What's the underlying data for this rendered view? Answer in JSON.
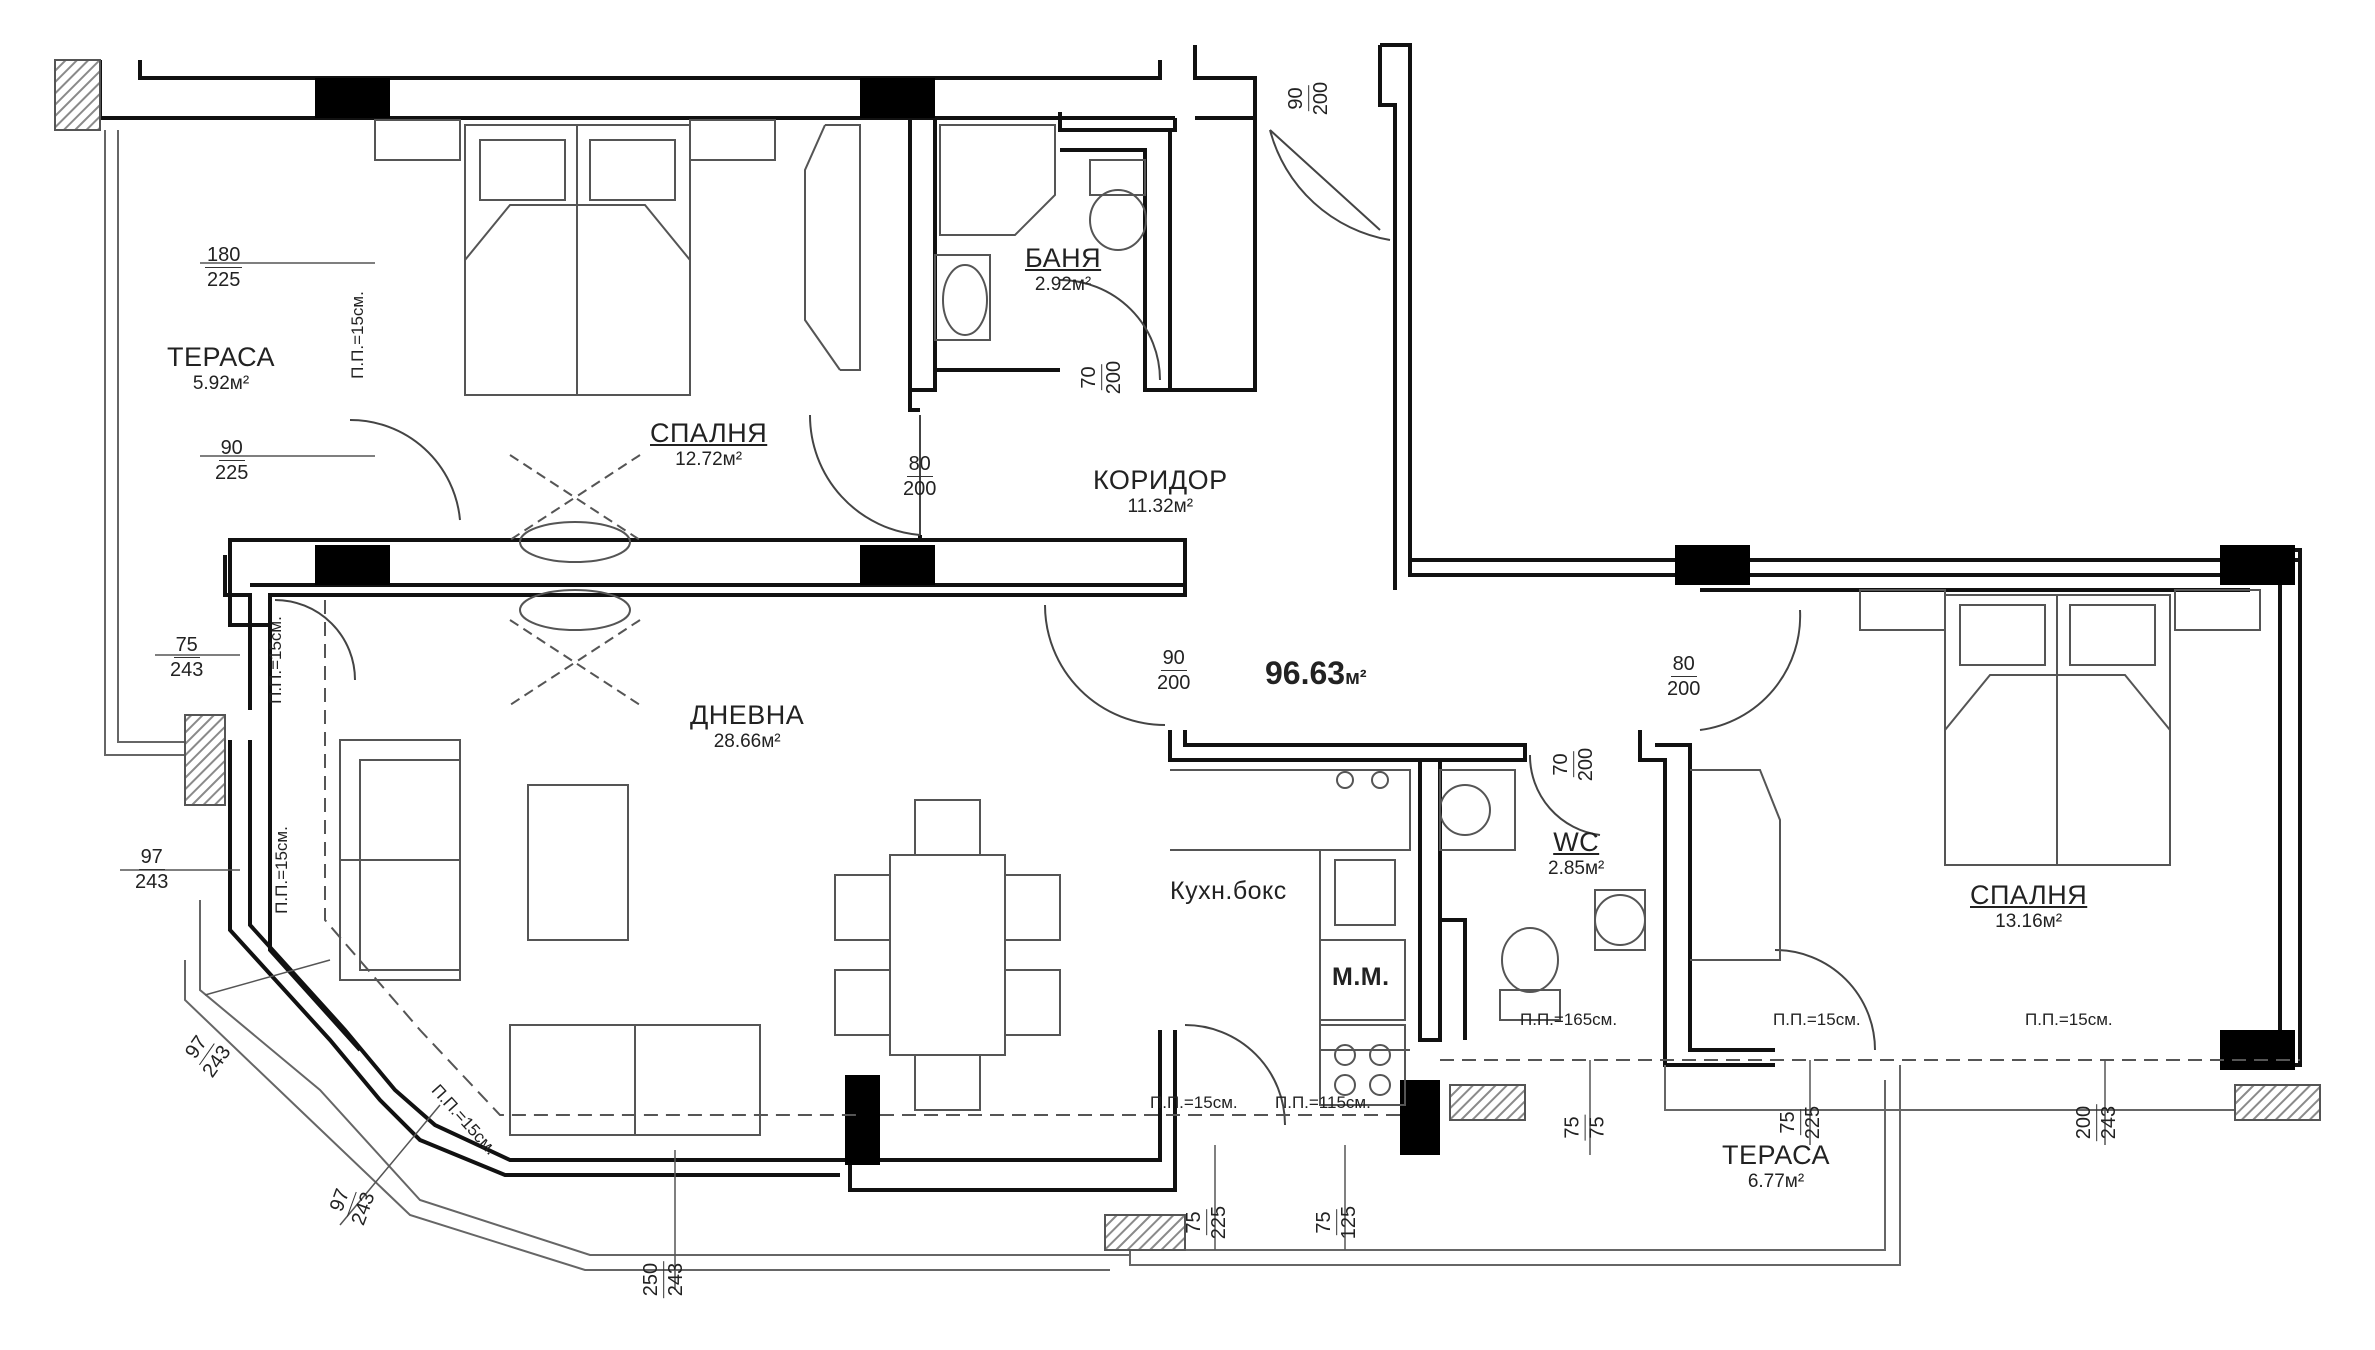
{
  "plan": {
    "total_area": "96.63",
    "total_area_unit": "м²",
    "colors": {
      "wall": "#000000",
      "wall_hatch": "#9a9a9a",
      "line": "#555555",
      "background": "#ffffff"
    }
  },
  "rooms": {
    "bedroom1": {
      "name": "СПАЛНЯ",
      "area": "12.72м²"
    },
    "bathroom": {
      "name": "БАНЯ",
      "area": "2.92м²"
    },
    "corridor": {
      "name": "КОРИДОР",
      "area": "11.32м²"
    },
    "terrace1": {
      "name": "ТЕРАСА",
      "area": "5.92м²"
    },
    "living": {
      "name": "ДНЕВНА",
      "area": "28.66м²"
    },
    "kitchen": {
      "name": "Кухн.бокс"
    },
    "wc": {
      "name": "WC",
      "area": "2.85м²"
    },
    "bedroom2": {
      "name": "СПАЛНЯ",
      "area": "13.16м²"
    },
    "terrace2": {
      "name": "ТЕРАСА",
      "area": "6.77м²"
    },
    "washing": {
      "name": "М.М."
    }
  },
  "dimensions": {
    "entrance_door": [
      "90",
      "200"
    ],
    "terrace1_window_a": [
      "180",
      "225"
    ],
    "terrace1_door": [
      "90",
      "225"
    ],
    "bedroom1_door": [
      "80",
      "200"
    ],
    "bath_door": [
      "70",
      "200"
    ],
    "living_door": [
      "90",
      "200"
    ],
    "bedroom2_door": [
      "80",
      "200"
    ],
    "wc_door": [
      "70",
      "200"
    ],
    "living_window_a": [
      "75",
      "243"
    ],
    "living_window_b": [
      "97",
      "243"
    ],
    "bay_window_a": [
      "97",
      "243"
    ],
    "bay_window_b": [
      "97",
      "243"
    ],
    "living_window_c": [
      "250",
      "243"
    ],
    "kitchen_window_a": [
      "75",
      "225"
    ],
    "kitchen_window_b": [
      "75",
      "125"
    ],
    "wc_window": [
      "75",
      "75"
    ],
    "bedroom2_window_a": [
      "75",
      "225"
    ],
    "bedroom2_window_b": [
      "200",
      "243"
    ]
  },
  "notes": {
    "pp15_a": "П.П.=15см.",
    "pp15_b": "П.П.=15см.",
    "pp15_c": "П.П.=15см.",
    "pp15_d": "П.П.=15см.",
    "pp15_e": "П.П.=15см.",
    "pp15_f": "П.П.=15см.",
    "pp15_g": "П.П.=15см.",
    "pp165": "П.П.=165см.",
    "pp115": "П.П.=115см."
  }
}
